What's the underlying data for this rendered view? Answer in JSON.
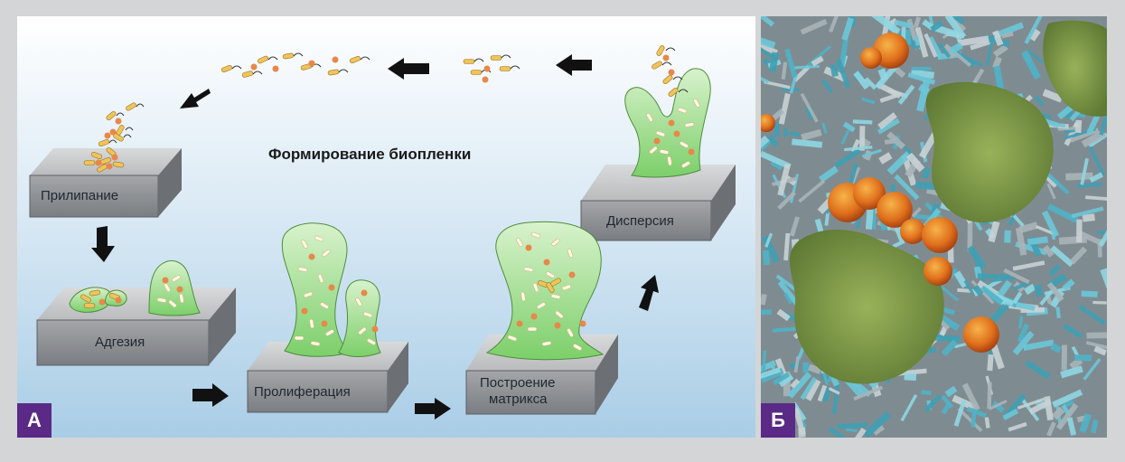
{
  "figure": {
    "title": "Формирование биопленки",
    "stages": {
      "adhesion_initial": "Прилипание",
      "adhesion": "Адгезия",
      "proliferation": "Пролиферация",
      "matrix_line1": "Построение",
      "matrix_line2": "матрикса",
      "dispersion": "Дисперсия"
    }
  },
  "badges": {
    "a": "А",
    "b": "Б"
  },
  "colors": {
    "biofilm": "#9fdc8f",
    "rod_bacteria": "#f0c45a",
    "cocci": "#e8874a",
    "arrow": "#111111",
    "badge": "#5a2a86",
    "sem_crystals": "#5ab4c8",
    "sem_biofilm": "#7e9a4a",
    "sem_cocci": "#e07a1c"
  }
}
